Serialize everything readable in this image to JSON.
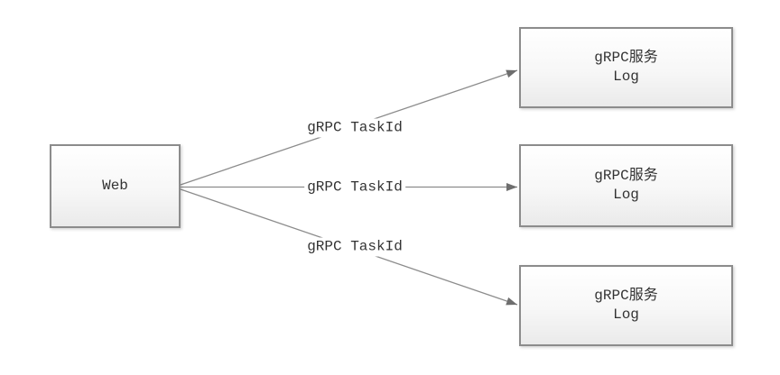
{
  "diagram": {
    "type": "flowchart",
    "background": "#ffffff",
    "nodes": {
      "web": {
        "label": "Web"
      },
      "service_top": {
        "line1": "gRPC服务",
        "line2": "Log"
      },
      "service_middle": {
        "line1": "gRPC服务",
        "line2": "Log"
      },
      "service_bottom": {
        "line1": "gRPC服务",
        "line2": "Log"
      }
    },
    "edges": {
      "top": {
        "label": "gRPC TaskId",
        "from": "web",
        "to": "service_top"
      },
      "middle": {
        "label": "gRPC TaskId",
        "from": "web",
        "to": "service_middle"
      },
      "bottom": {
        "label": "gRPC TaskId",
        "from": "web",
        "to": "service_bottom"
      }
    },
    "colors": {
      "box_border": "#8c8c8c",
      "box_fill_top": "#ffffff",
      "box_fill_bottom": "#eaeaea",
      "line": "#8c8c8c",
      "arrowhead": "#6e6e6e",
      "text": "#333333"
    }
  }
}
